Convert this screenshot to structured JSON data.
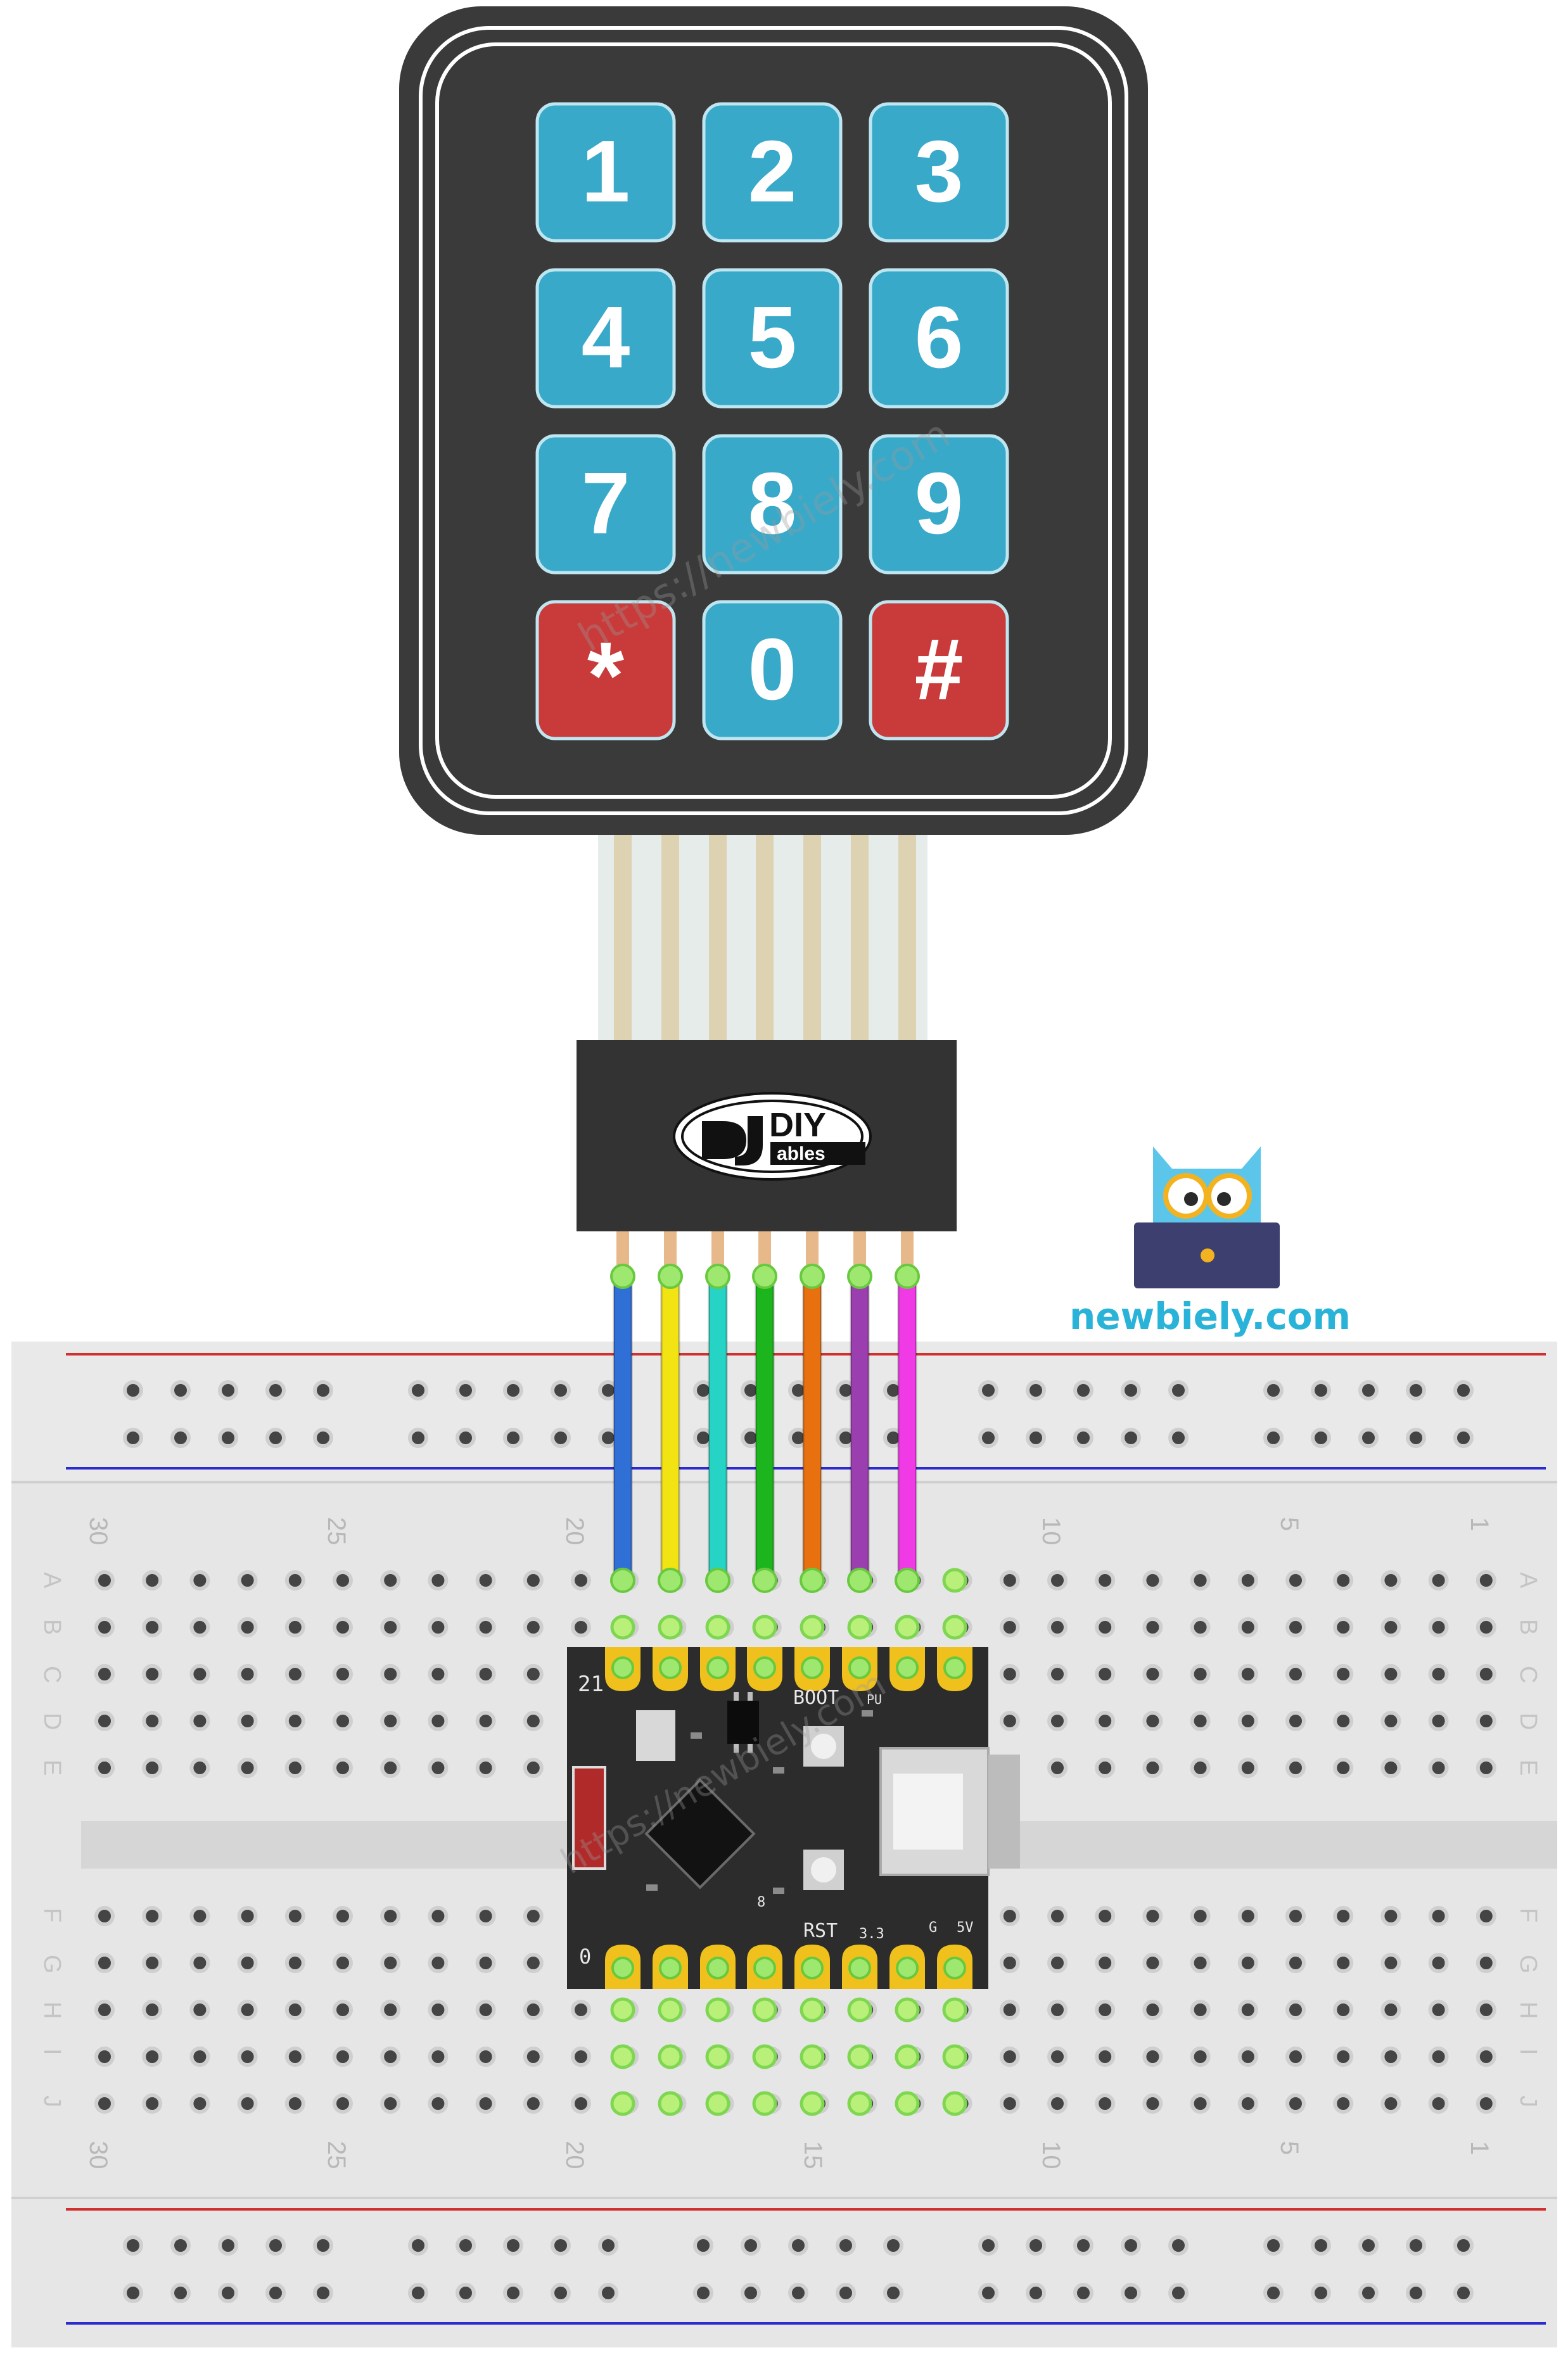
{
  "keypad": {
    "keys": [
      {
        "label": "1",
        "color": "#39a9c9"
      },
      {
        "label": "2",
        "color": "#39a9c9"
      },
      {
        "label": "3",
        "color": "#39a9c9"
      },
      {
        "label": "4",
        "color": "#39a9c9"
      },
      {
        "label": "5",
        "color": "#39a9c9"
      },
      {
        "label": "6",
        "color": "#39a9c9"
      },
      {
        "label": "7",
        "color": "#39a9c9"
      },
      {
        "label": "8",
        "color": "#39a9c9"
      },
      {
        "label": "9",
        "color": "#39a9c9"
      },
      {
        "label": "*",
        "color": "#c93a3a"
      },
      {
        "label": "0",
        "color": "#39a9c9"
      },
      {
        "label": "#",
        "color": "#c93a3a"
      }
    ],
    "body_color": "#3a3a3a"
  },
  "connector": {
    "logo_main": "DIY",
    "logo_sub": "ables"
  },
  "wires": [
    {
      "color": "#2f6fd6"
    },
    {
      "color": "#f2e313"
    },
    {
      "color": "#25d4c4"
    },
    {
      "color": "#1db51d"
    },
    {
      "color": "#e8700f"
    },
    {
      "color": "#9b3fb0"
    },
    {
      "color": "#ef3ae6"
    }
  ],
  "breadboard": {
    "column_labels": [
      "30",
      "25",
      "20",
      "15",
      "10",
      "5",
      "1"
    ],
    "top_column_labels": [
      "30",
      "25",
      "20",
      "10",
      "5",
      "1"
    ],
    "row_labels_top": [
      "A",
      "B",
      "C",
      "D",
      "E"
    ],
    "row_labels_bottom": [
      "F",
      "G",
      "H",
      "I",
      "J"
    ]
  },
  "board": {
    "top_left_pin_label": "21",
    "bottom_left_pin_label": "0",
    "boot_label": "BOOT",
    "pu_label": "PU",
    "rst_label": "RST",
    "pin_3v3": "3.3",
    "pin_g": "G",
    "pin_5v": "5V",
    "pin_8": "8"
  },
  "watermark": {
    "text": "https://newbiely.com"
  },
  "brand": {
    "text": "newbiely.com"
  }
}
